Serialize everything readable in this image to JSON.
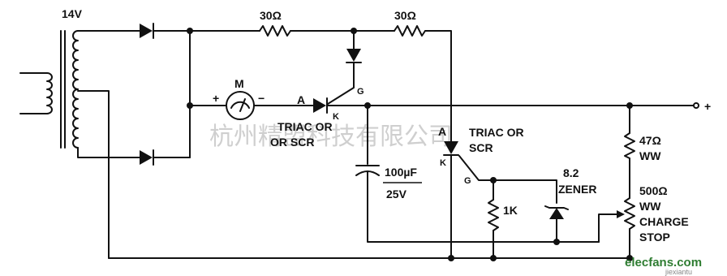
{
  "labels": {
    "transformer_voltage": "14V",
    "r_top_left": "30Ω",
    "r_top_right": "30Ω",
    "meter": "M",
    "meter_plus": "+",
    "meter_minus": "−",
    "scr1_anode": "A",
    "scr1_gate": "G",
    "scr1_cathode": "K",
    "scr1_type_line1": "TRIAC OR",
    "scr1_type_line2": "OR SCR",
    "scr2_anode": "A",
    "scr2_cathode": "K",
    "scr2_gate": "G",
    "scr2_type_line1": "TRIAC OR",
    "scr2_type_line2": "SCR",
    "cap_value": "100µF",
    "cap_voltage": "25V",
    "r_gate": "1K",
    "zener_value": "8.2",
    "zener_label": "ZENER",
    "r_47_value": "47Ω",
    "r_47_type": "WW",
    "pot_value": "500Ω",
    "pot_type": "WW",
    "pot_func1": "CHARGE",
    "pot_func2": "STOP",
    "out_plus": "+",
    "watermark": "杭州精盟科技有限公司",
    "logo_main": "elecfans.com",
    "logo_sub": "jiexiantu"
  }
}
